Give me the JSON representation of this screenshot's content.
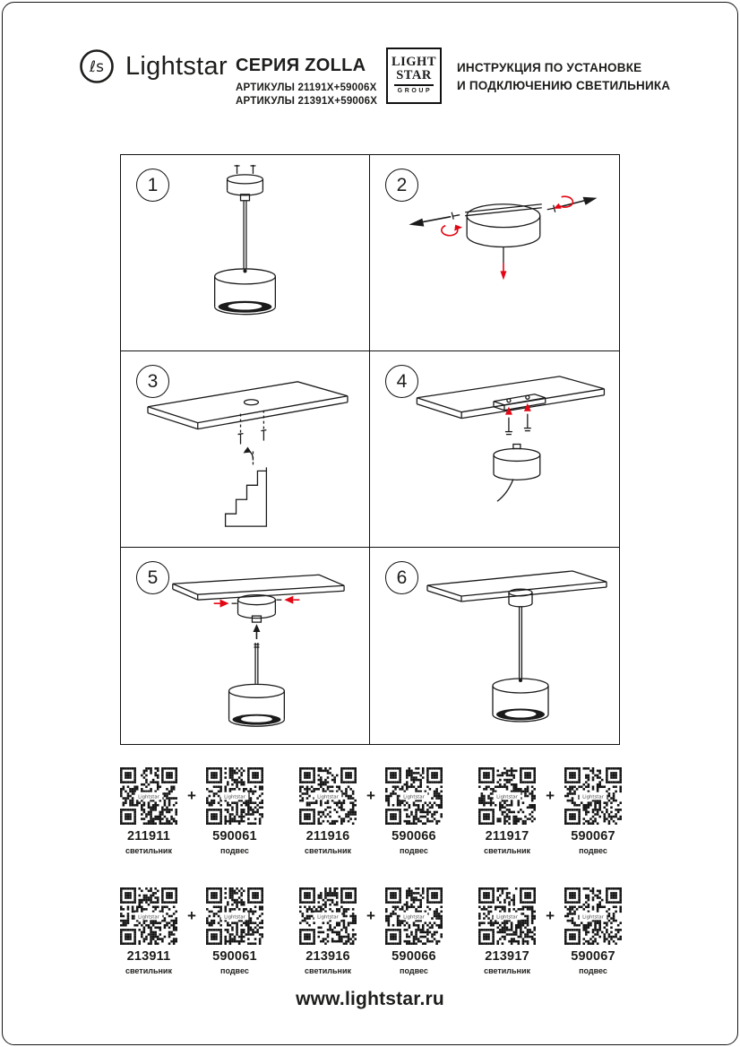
{
  "header": {
    "brand": "Lightstar",
    "series": "СЕРИЯ ZOLLA",
    "articles": [
      "АРТИКУЛЫ 21191X+59006X",
      "АРТИКУЛЫ 21391X+59006X"
    ],
    "group_logo": {
      "line1": "LIGHT",
      "line2": "STAR",
      "line3": "GROUP"
    },
    "title_line1": "ИНСТРУКЦИЯ ПО УСТАНОВКЕ",
    "title_line2": "И ПОДКЛЮЧЕНИЮ СВЕТИЛЬНИКА"
  },
  "steps": [
    {
      "number": "1"
    },
    {
      "number": "2"
    },
    {
      "number": "3"
    },
    {
      "number": "4"
    },
    {
      "number": "5"
    },
    {
      "number": "6"
    }
  ],
  "colors": {
    "ink": "#1a1a1a",
    "accent_red": "#e30613"
  },
  "qr": {
    "plus": "+",
    "watermark": "Lightstar",
    "rows": [
      [
        {
          "left": {
            "code": "211911",
            "label": "светильник"
          },
          "right": {
            "code": "590061",
            "label": "подвес"
          }
        },
        {
          "left": {
            "code": "211916",
            "label": "светильник"
          },
          "right": {
            "code": "590066",
            "label": "подвес"
          }
        },
        {
          "left": {
            "code": "211917",
            "label": "светильник"
          },
          "right": {
            "code": "590067",
            "label": "подвес"
          }
        }
      ],
      [
        {
          "left": {
            "code": "213911",
            "label": "светильник"
          },
          "right": {
            "code": "590061",
            "label": "подвес"
          }
        },
        {
          "left": {
            "code": "213916",
            "label": "светильник"
          },
          "right": {
            "code": "590066",
            "label": "подвес"
          }
        },
        {
          "left": {
            "code": "213917",
            "label": "светильник"
          },
          "right": {
            "code": "590067",
            "label": "подвес"
          }
        }
      ]
    ]
  },
  "footer": {
    "website": "www.lightstar.ru"
  }
}
